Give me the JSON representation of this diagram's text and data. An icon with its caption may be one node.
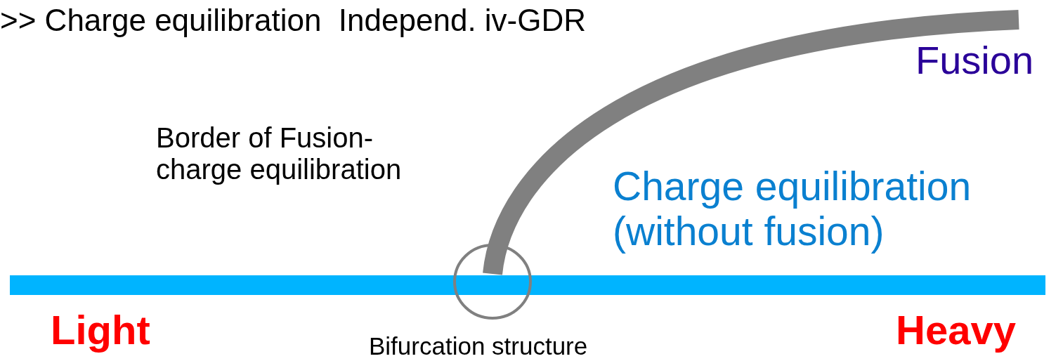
{
  "diagram": {
    "labels": [
      ">> Charge equilibration  Independ. iv-GDR",
      "Fusion",
      "Border of Fusion-charge equilibration",
      "Charge equilibration (without fusion)",
      "Light",
      "Heavy",
      "Bifurcation structure"
    ]
  }
}
